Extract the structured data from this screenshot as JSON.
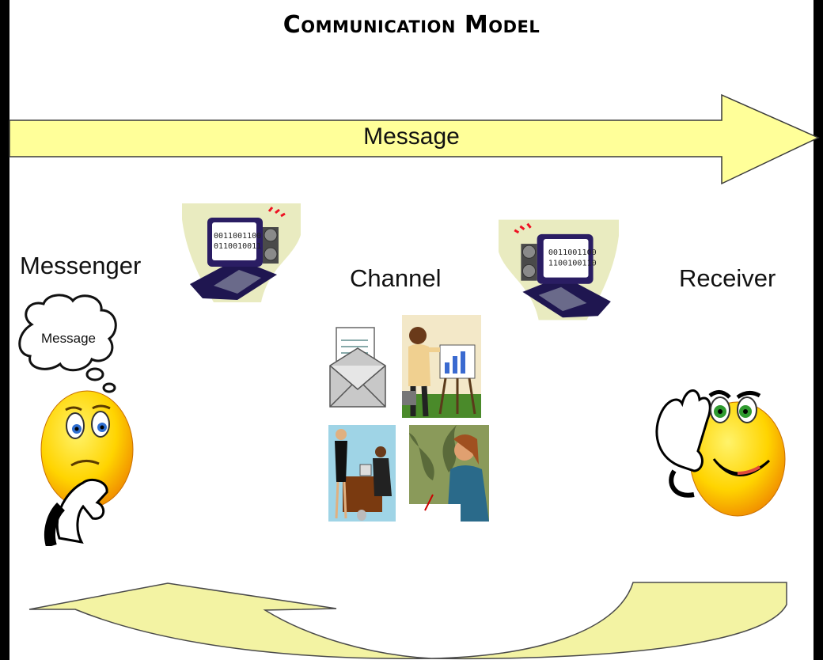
{
  "title": "Communication Model",
  "arrow_label": "Message",
  "messenger_label": "Messenger",
  "channel_label": "Channel",
  "receiver_label": "Receiver",
  "thought_bubble_text": "Message",
  "colors": {
    "arrow_fill": "#ffff99",
    "arrow_stroke": "#3a3a3a",
    "smiley_yellow": "#ffd400",
    "background": "#ffffff",
    "frame": "#000000"
  },
  "icons": [
    "encoder-computer-icon",
    "decoder-computer-icon",
    "envelope-icon",
    "presenter-icon",
    "office-meeting-icon",
    "phone-call-icon",
    "thinking-smiley-icon",
    "listening-smiley-icon"
  ]
}
